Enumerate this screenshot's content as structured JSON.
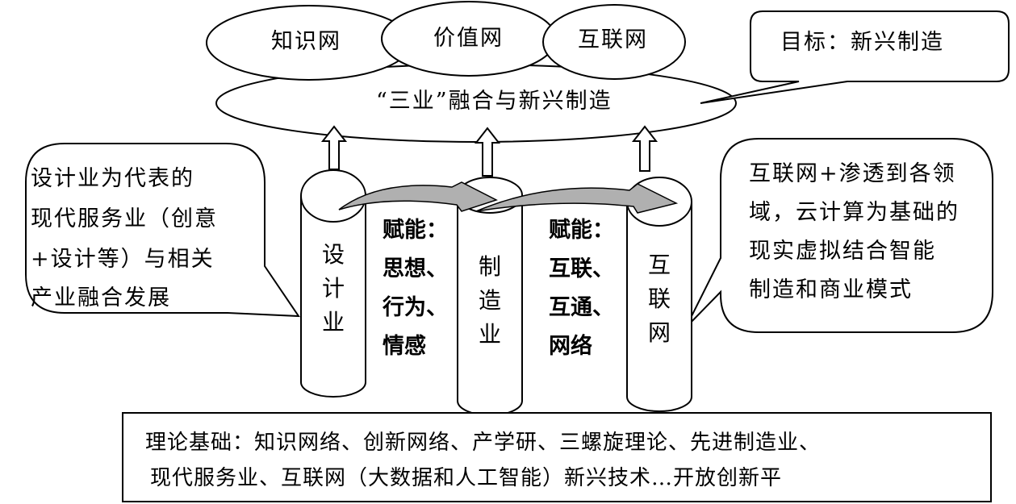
{
  "ellipses": {
    "knowledge": "知识网",
    "value": "价值网",
    "internet": "互联网",
    "fusion": "“三业”融合与新兴制造"
  },
  "goal": "目标：新兴制造",
  "left_callout": [
    "设计业为代表的",
    "现代服务业（创意",
    "+设计等）与相关",
    "产业融合发展"
  ],
  "right_callout": [
    "互联网+渗透到各领",
    "域，云计算为基础的",
    "现实虚拟结合智能",
    "制造和商业模式"
  ],
  "pillars": {
    "design": "设\n计\n业",
    "manufacturing": "制\n造\n业",
    "internet": "互\n联\n网"
  },
  "empower_left": [
    "赋能：",
    "思想、",
    "行为、",
    "情感"
  ],
  "empower_right": [
    "赋能：",
    "互联、",
    "互通、",
    "网络"
  ],
  "theory": [
    "理论基础：知识网络、创新网络、产学研、三螺旋理论、先进制造业、",
    "现代服务业、互联网（大数据和人工智能）新兴技术…开放创新平"
  ]
}
